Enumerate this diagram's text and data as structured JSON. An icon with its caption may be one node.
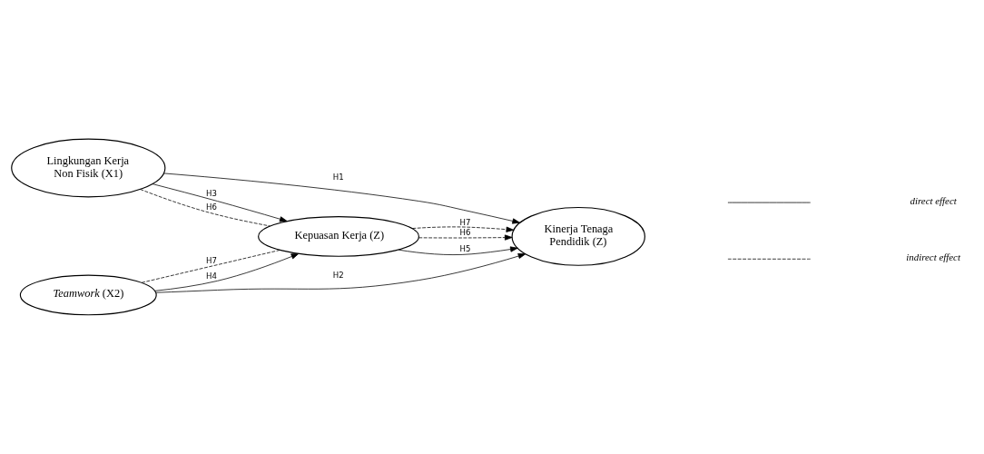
{
  "diagram": {
    "nodes": [
      {
        "text": [
          "Lingkungan Kerja Non Fisik (X1)"
        ]
      },
      {
        "text": [
          "Kepuasan Kerja (Z)"
        ]
      },
      {
        "text": [
          "Kinerja Tenaga Pendidik (Z)"
        ]
      },
      {
        "text": [
          "*Teamwork* (X2)"
        ]
      }
    ],
    "edges": [
      {
        "from": 0,
        "to": 2,
        "arrow": "to",
        "label": "H1"
      },
      {
        "from": 0,
        "to": 1,
        "arrow": "to",
        "label": "H3"
      },
      {
        "from": 0,
        "to": 1,
        "arrow": "none",
        "label": "H6",
        "style": "dashed"
      },
      {
        "from": 1,
        "to": 2,
        "arrow": "to",
        "label": "H6",
        "style": "dashed"
      },
      {
        "from": 1,
        "to": 2,
        "arrow": "to",
        "label": "H5"
      },
      {
        "from": 3,
        "to": 1,
        "arrow": "none",
        "label": "H7",
        "style": "dashed"
      },
      {
        "from": 1,
        "to": 2,
        "arrow": "to",
        "label": "H7",
        "style": "dashed"
      },
      {
        "from": 3,
        "to": 1,
        "arrow": "to",
        "label": "H4"
      },
      {
        "from": 3,
        "to": 2,
        "arrow": "to",
        "label": "H2"
      }
    ],
    "legend": [
      {
        "text": "direct effect"
      },
      {
        "text": "indirect effect"
      }
    ]
  }
}
